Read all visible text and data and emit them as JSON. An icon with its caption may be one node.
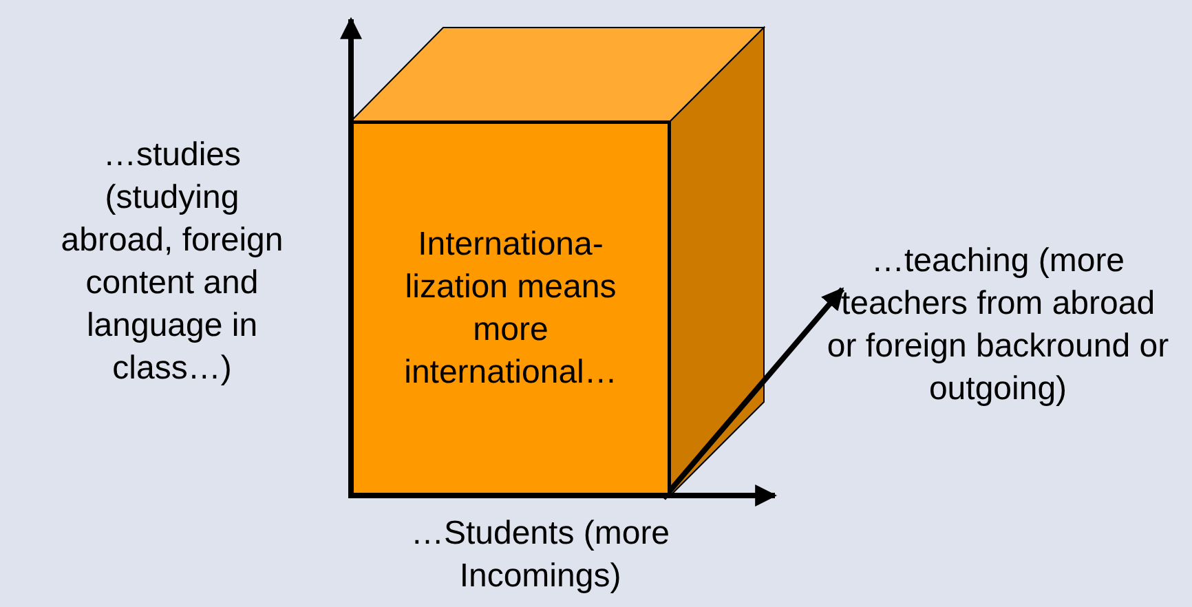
{
  "diagram": {
    "nodes": [
      {
        "text": [
          "Internationa- lization means more international…"
        ]
      }
    ],
    "labels": [
      "…studies (studying abroad, foreign content and language in class…)",
      "…teaching (more teachers from abroad or foreign backround or outgoing)",
      "…Students (more Incomings)"
    ]
  }
}
